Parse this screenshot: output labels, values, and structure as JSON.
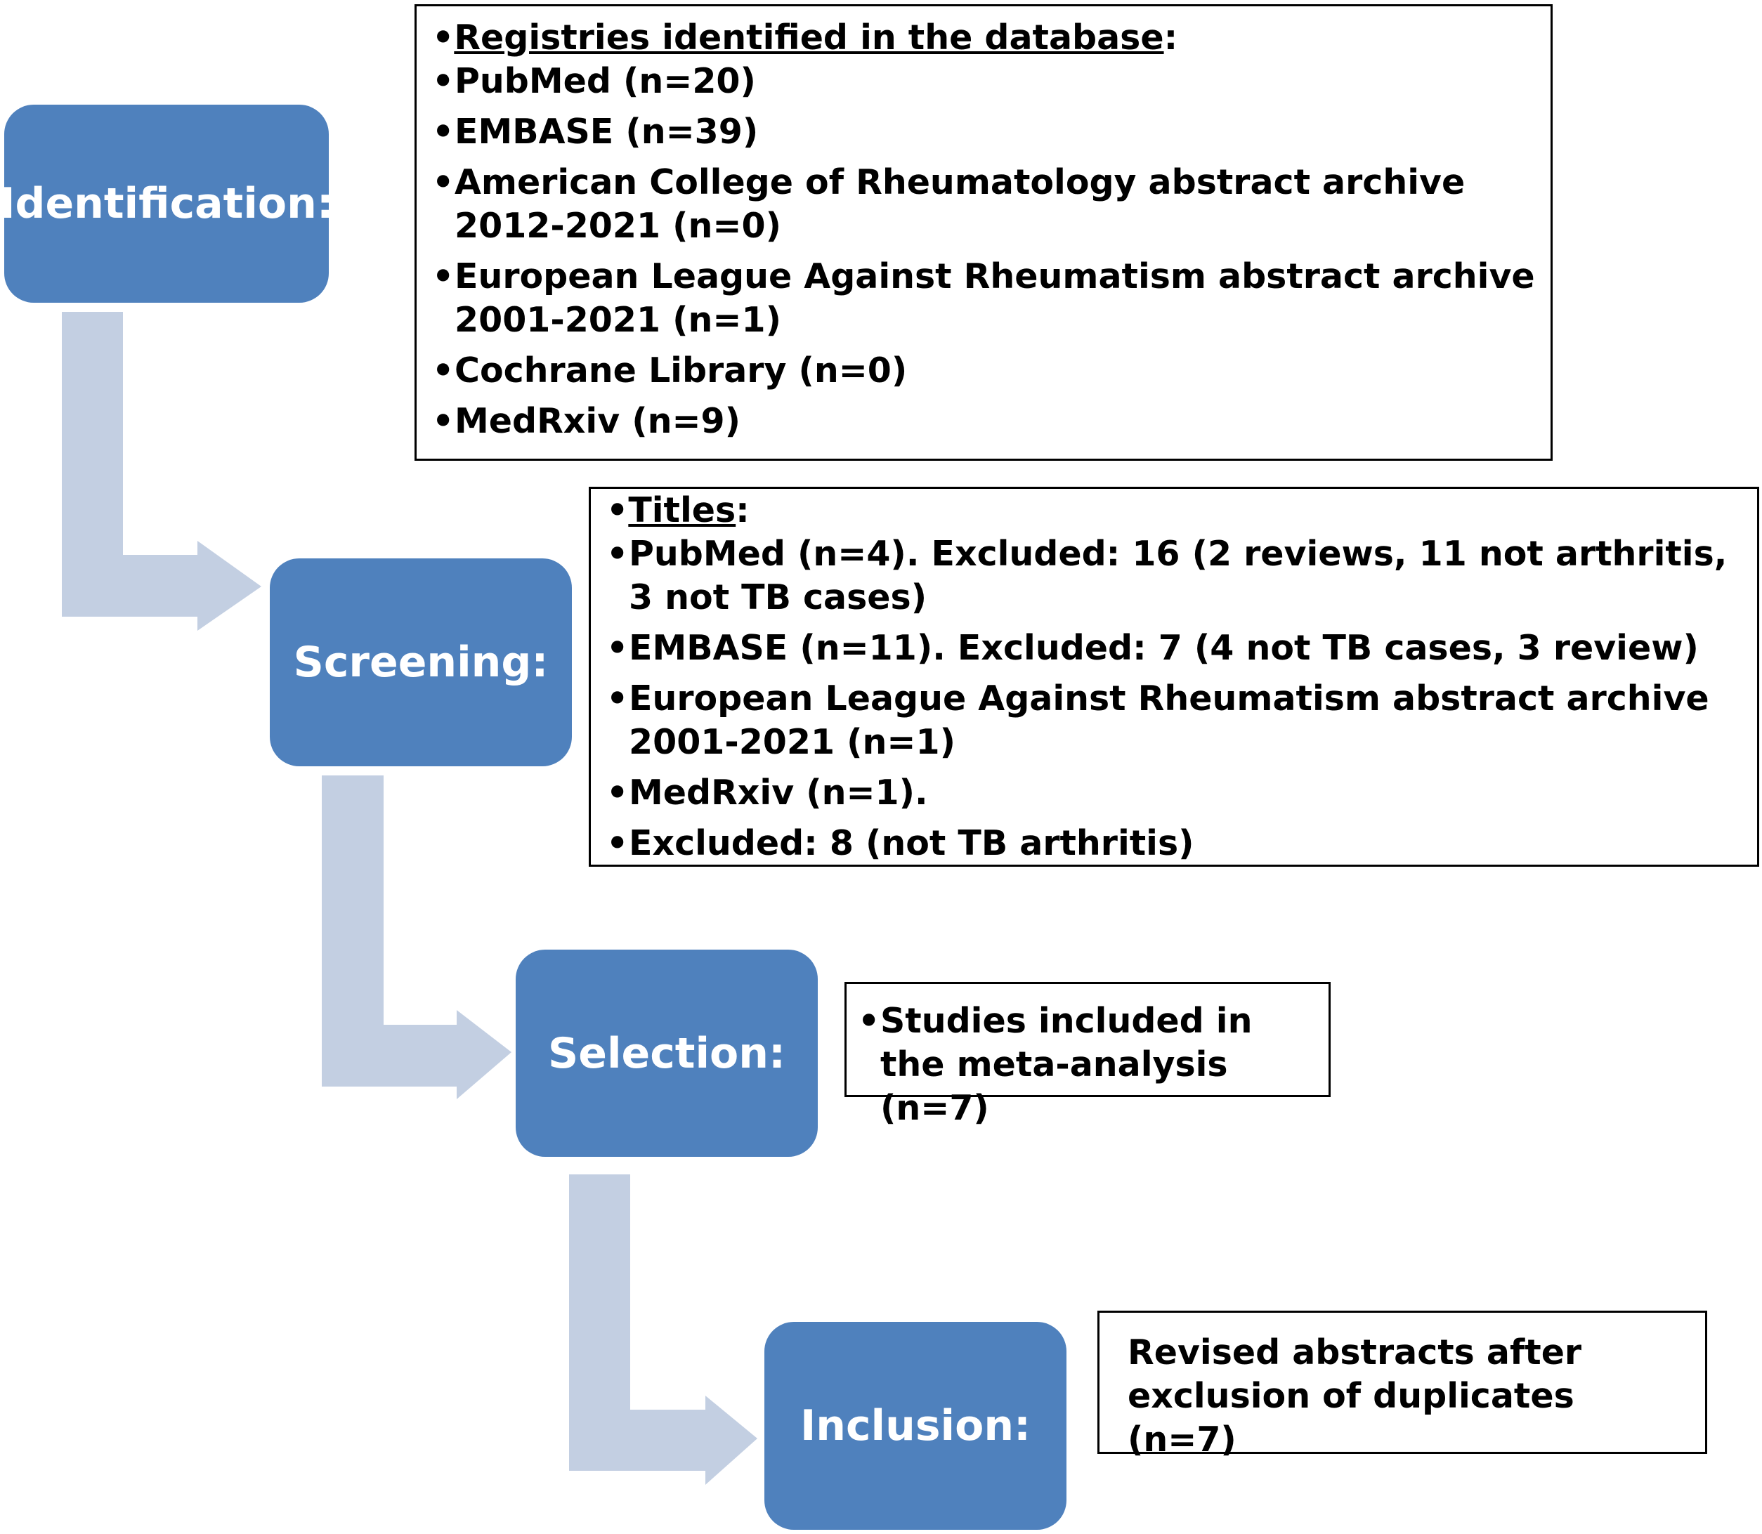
{
  "colors": {
    "stage_fill": "#4f81bd",
    "stage_text": "#ffffff",
    "arrow_fill": "#c3cfe2",
    "box_border": "#000000"
  },
  "stages": {
    "identification": "Identification:",
    "screening": "Screening:",
    "selection": "Selection:",
    "inclusion": "Inclusion:"
  },
  "registries": {
    "heading": "Registries identified in the database",
    "heading_suffix": ":",
    "items": [
      "PubMed (n=20)",
      "EMBASE (n=39)",
      "American  College of Rheumatology abstract archive 2012-2021 (n=0)",
      "European League Against Rheumatism abstract archive 2001-2021 (n=1)",
      "Cochrane Library (n=0)",
      "MedRxiv (n=9)"
    ]
  },
  "titles": {
    "heading": "Titles",
    "heading_suffix": ":",
    "items": [
      "PubMed (n=4). Excluded: 16 (2 reviews, 11 not arthritis, 3 not TB cases)",
      "EMBASE (n=11). Excluded: 7 (4 not TB cases, 3 review)",
      "European League Against Rheumatism abstract archive 2001-2021 (n=1)",
      "MedRxiv (n=1).",
      "Excluded: 8 (not TB arthritis)"
    ]
  },
  "selection_box": {
    "items": [
      "Studies included in the meta-analysis  (n=7)"
    ]
  },
  "inclusion_box": {
    "text": "Revised abstracts after exclusion of duplicates (n=7)"
  }
}
